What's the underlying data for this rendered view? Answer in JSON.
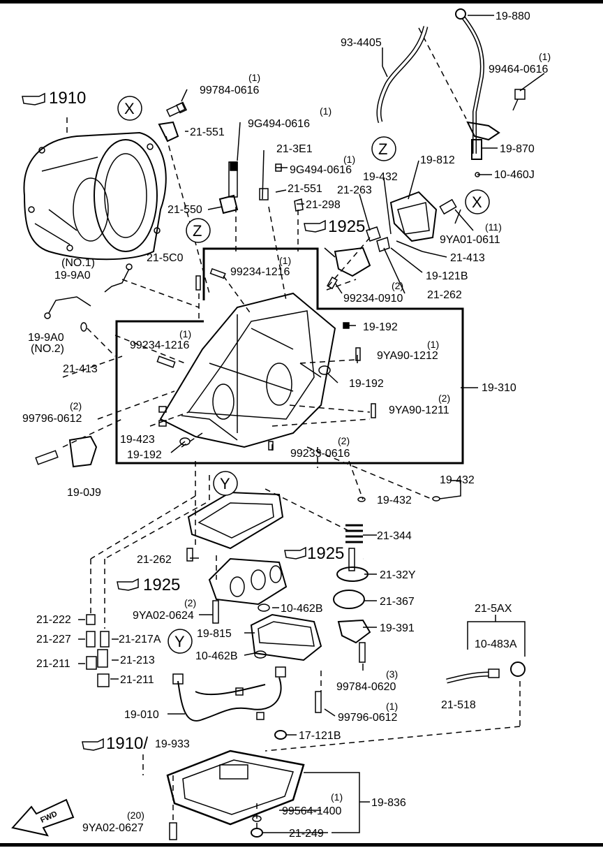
{
  "labels": {
    "l19880": "19-880",
    "l934405": "93-4405",
    "q99464": "(1)",
    "l99464": "99464-0616",
    "q99784a": "(1)",
    "l99784a": "99784-0616",
    "ref1910a": "1910",
    "l21551a": "21-551",
    "q9g494a": "(1)",
    "l9g494a": "9G494-0616",
    "l19870": "19-870",
    "l10460j": "10-460J",
    "l213e1": "21-3E1",
    "q9g494b": "(1)",
    "l9g494b": "9G494-0616",
    "l19812": "19-812",
    "l19432a": "19-432",
    "l21551b": "21-551",
    "l21263": "21-263",
    "l21550": "21-550",
    "l21298": "21-298",
    "ref1925a": "1925",
    "q9ya01": "(11)",
    "l9ya01": "9YA01-0611",
    "l21413a": "21-413",
    "l215c0": "21-5C0",
    "q99234a": "(1)",
    "l99234a": "99234-1216",
    "no1": "(NO.1)",
    "l199a0a": "19-9A0",
    "l19121b": "19-121B",
    "l21262a": "21-262",
    "q99234b": "(2)",
    "l99234b": "99234-0910",
    "l199a0b": "19-9A0",
    "no2": "(NO.2)",
    "l19192a": "19-192",
    "l21413b": "21-413",
    "q99234c": "(1)",
    "l99234c": "99234-1216",
    "q9ya90a": "(1)",
    "l9ya90a": "9YA90-1212",
    "l19192b": "19-192",
    "l19310": "19-310",
    "q9ya90b": "(2)",
    "l9ya90b": "9YA90-1211",
    "q99796a": "(2)",
    "l99796a": "99796-0612",
    "l19423": "19-423",
    "l19192c": "19-192",
    "q99233": "(2)",
    "l99233": "99233-0616",
    "l190j9": "19-0J9",
    "l19432b": "19-432",
    "l19432c": "19-432",
    "l21344": "21-344",
    "l21262b": "21-262",
    "ref1925b": "1925",
    "l2132y": "21-32Y",
    "ref1925c": "1925",
    "l21367": "21-367",
    "q9ya02a": "(2)",
    "l9ya02a": "9YA02-0624",
    "l10462b_a": "10-462B",
    "l215ax": "21-5AX",
    "l21222": "21-222",
    "l19815": "19-815",
    "l19391": "19-391",
    "l10483a": "10-483A",
    "l21227": "21-227",
    "l21217a": "21-217A",
    "l10462b_b": "10-462B",
    "l21211a": "21-211",
    "l21213": "21-213",
    "q99784b": "(3)",
    "l99784b": "99784-0620",
    "l21518": "21-518",
    "l21211b": "21-211",
    "l19010": "19-010",
    "q99796b": "(1)",
    "l99796b": "99796-0612",
    "l17121b": "17-121B",
    "ref1910b": "1910/",
    "l19933": "19-933",
    "l19836": "19-836",
    "q99564": "(1)",
    "l99564": "99564-1400",
    "q9ya02b": "(20)",
    "l9ya02b": "9YA02-0627",
    "l21249": "21-249",
    "fwd": "FWD",
    "cx1": "X",
    "cx2": "X",
    "cz1": "Z",
    "cz2": "Z",
    "cy1": "Y",
    "cy2": "Y"
  }
}
